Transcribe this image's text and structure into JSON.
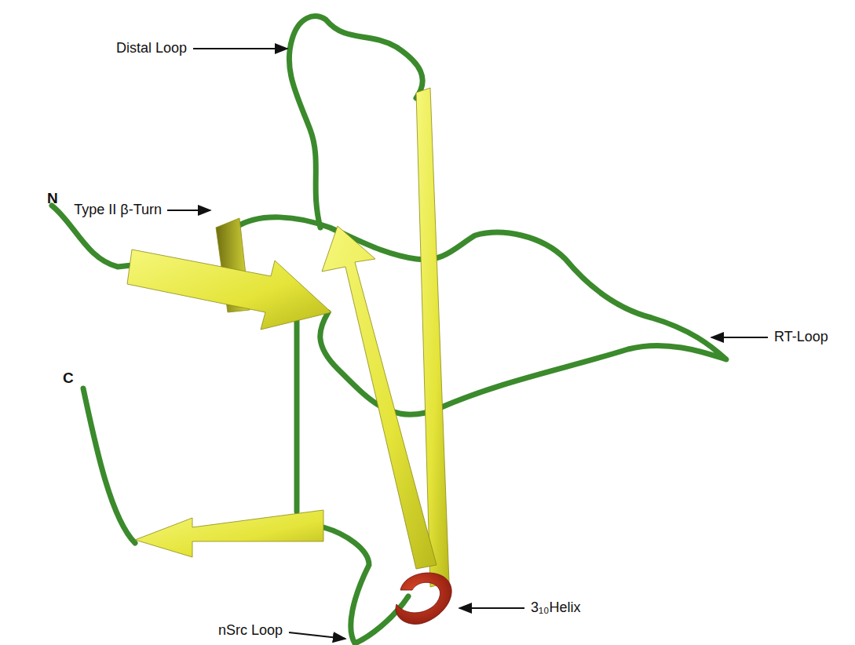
{
  "diagram": {
    "labels": [
      "Distal Loop",
      "Type II β-Turn",
      "N",
      "C",
      "RT-Loop",
      "3₁₀Helix",
      "nSrc Loop"
    ]
  }
}
